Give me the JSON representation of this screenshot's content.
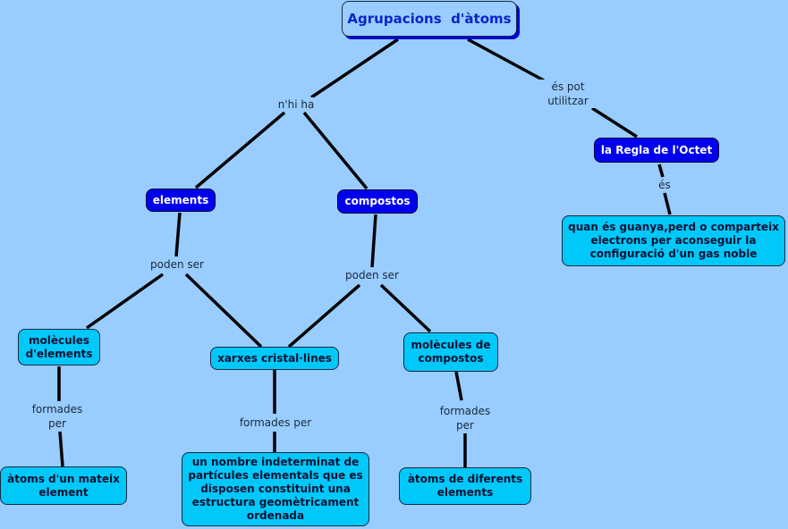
{
  "colors": {
    "background": "#99ccff",
    "primary_node": "#0000ee",
    "secondary_node": "#00c8f8",
    "title_text": "#0a24c8",
    "link": "#000000"
  },
  "concepts": {
    "root": "Agrupacions  d'àtoms",
    "elements": "elements",
    "compostos": "compostos",
    "regla_octet": "la Regla de l'Octet",
    "octet_def": [
      "quan és guanya,perd o comparteix",
      "electrons per aconseguir la",
      "configuració d'un gas noble"
    ],
    "molecules_elements": [
      "molècules",
      "d'elements"
    ],
    "xarxes": "xarxes cristal·lines",
    "molecules_compostos": [
      "molècules de",
      "compostos"
    ],
    "atoms_mateix": [
      "àtoms d'un mateix",
      "element"
    ],
    "nombre_indeterminat": [
      "un nombre indeterminat de",
      "partícules elementals que es",
      "disposen constituint una",
      "estructura geomètricament",
      "ordenada"
    ],
    "atoms_diferents": [
      "àtoms de diferents",
      "elements"
    ]
  },
  "linking_phrases": {
    "nhi_ha": "n'hi ha",
    "es_pot_utilitzar": "és pot\nutilitzar",
    "es": "és",
    "poden_ser_1": "poden ser",
    "poden_ser_2": "poden ser",
    "formades_per_1": "formades\nper",
    "formades_per_2": "formades per",
    "formades_per_3": "formades\nper"
  }
}
